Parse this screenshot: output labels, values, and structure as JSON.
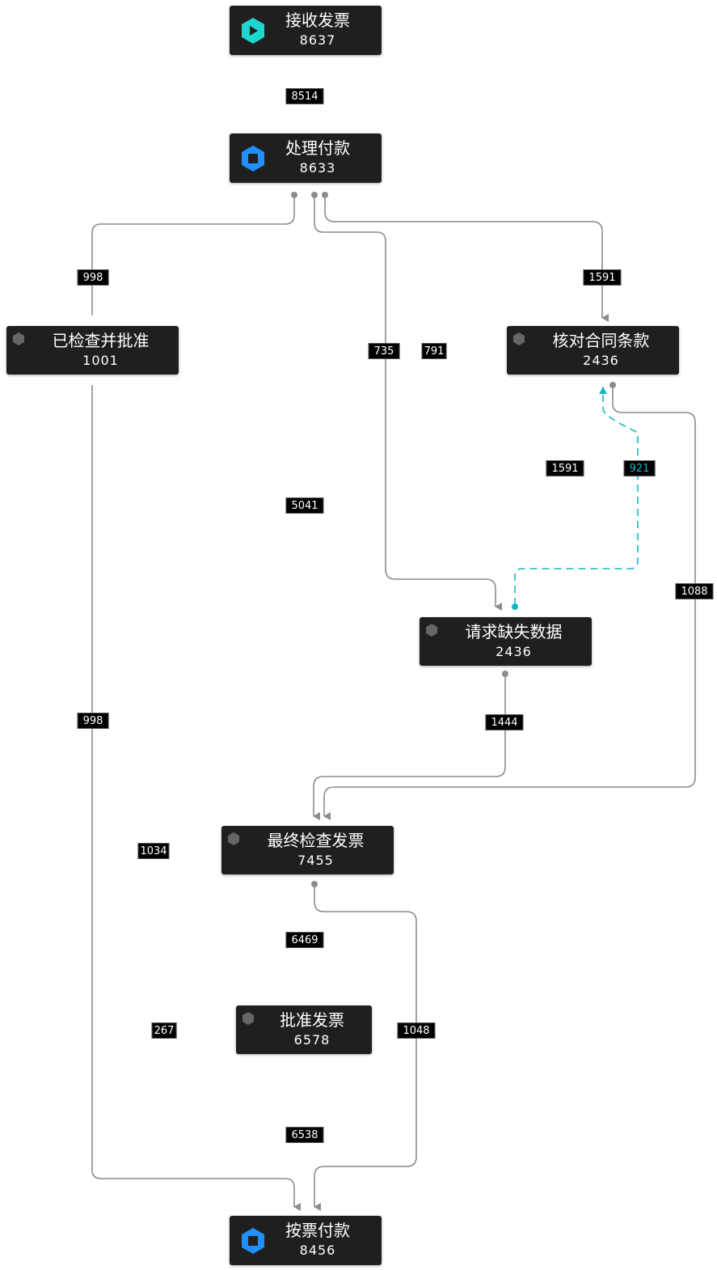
{
  "diagram": {
    "type": "process-flow",
    "colors": {
      "node_bg": "#1f1f1f",
      "edge": "#8c8c8c",
      "accent_edge": "#18b5c4",
      "start_icon": "#1ed6d0",
      "end_icon": "#1e90ff",
      "activity_icon": "#666666"
    },
    "nodes": [
      {
        "id": "receive",
        "label": "接收发票",
        "count": "8637",
        "icon": "play-hexagon-icon",
        "kind": "start"
      },
      {
        "id": "process",
        "label": "处理付款",
        "count": "8633",
        "icon": "stop-hexagon-icon",
        "kind": "end"
      },
      {
        "id": "checked",
        "label": "已检查并批准",
        "count": "1001",
        "icon": "hexagon-icon",
        "kind": "activity"
      },
      {
        "id": "verify",
        "label": "核对合同条款",
        "count": "2436",
        "icon": "hexagon-icon",
        "kind": "activity"
      },
      {
        "id": "request",
        "label": "请求缺失数据",
        "count": "2436",
        "icon": "hexagon-icon",
        "kind": "activity"
      },
      {
        "id": "final",
        "label": "最终检查发票",
        "count": "7455",
        "icon": "hexagon-icon",
        "kind": "activity"
      },
      {
        "id": "approve",
        "label": "批准发票",
        "count": "6578",
        "icon": "hexagon-icon",
        "kind": "activity"
      },
      {
        "id": "pay",
        "label": "按票付款",
        "count": "8456",
        "icon": "stop-hexagon-icon",
        "kind": "end"
      }
    ],
    "edge_labels": [
      {
        "text": "8514",
        "accent": false
      },
      {
        "text": "998",
        "accent": false
      },
      {
        "text": "1591",
        "accent": false
      },
      {
        "text": "735",
        "accent": false
      },
      {
        "text": "791",
        "accent": false
      },
      {
        "text": "1591",
        "accent": false
      },
      {
        "text": "921",
        "accent": true
      },
      {
        "text": "5041",
        "accent": false
      },
      {
        "text": "1088",
        "accent": false
      },
      {
        "text": "998",
        "accent": false
      },
      {
        "text": "1444",
        "accent": false
      },
      {
        "text": "1034",
        "accent": false
      },
      {
        "text": "6469",
        "accent": false
      },
      {
        "text": "267",
        "accent": false
      },
      {
        "text": "1048",
        "accent": false
      },
      {
        "text": "6538",
        "accent": false
      }
    ]
  }
}
